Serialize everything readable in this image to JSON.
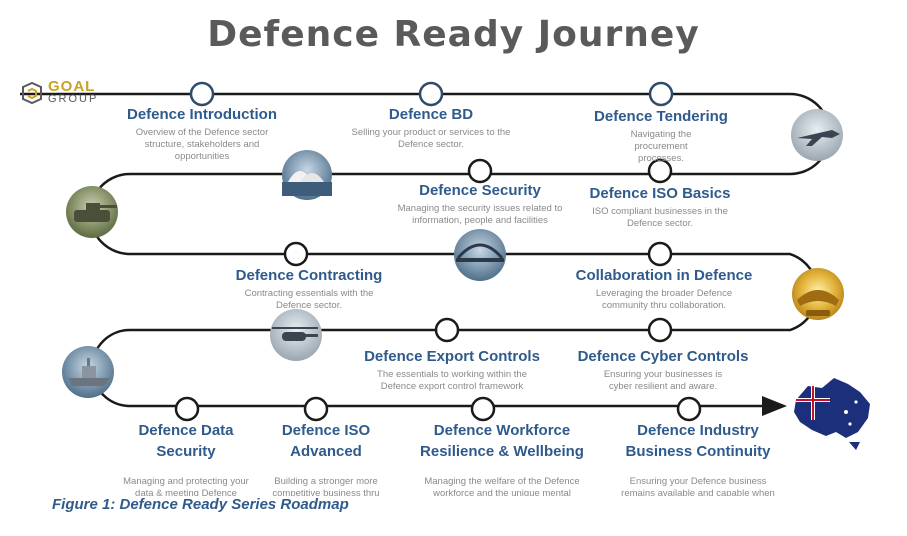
{
  "title": "Defence Ready Journey",
  "logo": {
    "brand": "GOAL",
    "sub": "GROUP"
  },
  "milestones": [
    {
      "title": "Defence Introduction",
      "desc": "Overview of the Defence sector structure, stakeholders and opportunities"
    },
    {
      "title": "Defence BD",
      "desc": "Selling your product or services to the Defence sector."
    },
    {
      "title": "Defence Tendering",
      "desc": "Navigating the procurement processes."
    },
    {
      "title": "Defence Security",
      "desc": "Managing the security issues related to information, people and facilities"
    },
    {
      "title": "Defence ISO Basics",
      "desc": "ISO compliant businesses in the Defence sector."
    },
    {
      "title": "Defence Contracting",
      "desc": "Contracting essentials with the Defence sector."
    },
    {
      "title": "Collaboration in Defence",
      "desc": "Leveraging the broader Defence community thru collaboration."
    },
    {
      "title": "Defence Export Controls",
      "desc": "The essentials to working within the Defence export control framework"
    },
    {
      "title": "Defence Cyber Controls",
      "desc": "Ensuring your businesses is cyber resilient and aware."
    },
    {
      "title": "Defence Data Security",
      "desc": "Managing and protecting your data & meeting Defence"
    },
    {
      "title": "Defence ISO Advanced",
      "desc": "Building a stronger more competitive business thru"
    },
    {
      "title": "Defence Workforce Resilience & Wellbeing",
      "desc": "Managing the welfare of the Defence workforce and the unique mental"
    },
    {
      "title": "Defence Industry Business Continuity",
      "desc": "Ensuring your Defence business remains available and capable when"
    }
  ],
  "caption": "Figure 1: Defence Ready Series Roadmap",
  "colors": {
    "track": "#1a1a1a",
    "node": "#2f4a6b",
    "heading": "#2f5b8c",
    "text": "#8a8a8a"
  }
}
